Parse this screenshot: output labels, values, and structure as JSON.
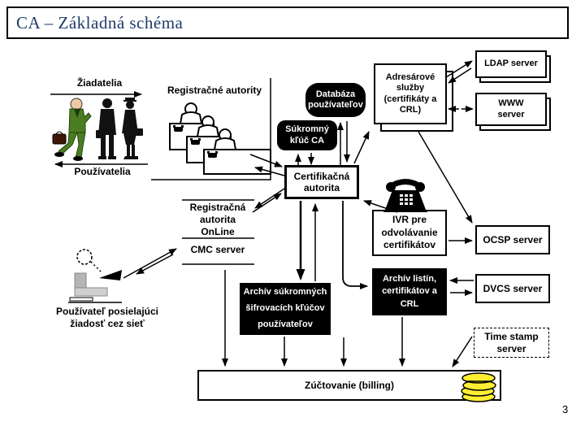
{
  "slide": {
    "title": "CA – Základná schéma",
    "page_number": "3"
  },
  "labels": {
    "ziadatelia": "Žiadatelia",
    "pouzivatelia": "Používatelia",
    "reg_autority": "Registračné autority",
    "ra_online": "Registračná\nautorita\nOnLine",
    "cmc_server": "CMC server",
    "user_sending": "Používateľ posielajúci\nžiadosť cez sieť"
  },
  "nodes": {
    "databaza": "Databáza\npoužívateľov",
    "sukromny_kluc": "Súkromný\nkľúč CA",
    "cert_autorita": "Certifikačná\nautorita",
    "adresarove_sluzby": "Adresárové\nslužby\n(certifikáty a\nCRL)",
    "ldap_server": "LDAP server",
    "www_server": "WWW\nserver",
    "ivr": "IVR pre\nodvolávanie\ncertifikátov",
    "ocsp_server": "OCSP server",
    "dvcs_server": "DVCS server",
    "time_stamp_server": "Time stamp\nserver",
    "archiv_klucov": "Archív súkromných\nšifrovacích kľúčov\npoužívateľov",
    "archiv_listin": "Archív listín,\ncertifikátov a\nCRL",
    "billing": "Zúčtovanie (billing)"
  },
  "icons": {
    "applicants_icon": "business-people-figures",
    "registration_desks_icon": "clerks-at-desks",
    "telephone_icon": "desk-telephone",
    "user_computer_icon": "user-at-computer",
    "coins_icon": "coin-stack"
  },
  "colors": {
    "title_text": "#1e3a68",
    "node_black_bg": "#000000",
    "node_black_text": "#ffffff",
    "coin_yellow": "#ffee33",
    "suit_green": "#4a7d21",
    "background": "#ffffff"
  }
}
